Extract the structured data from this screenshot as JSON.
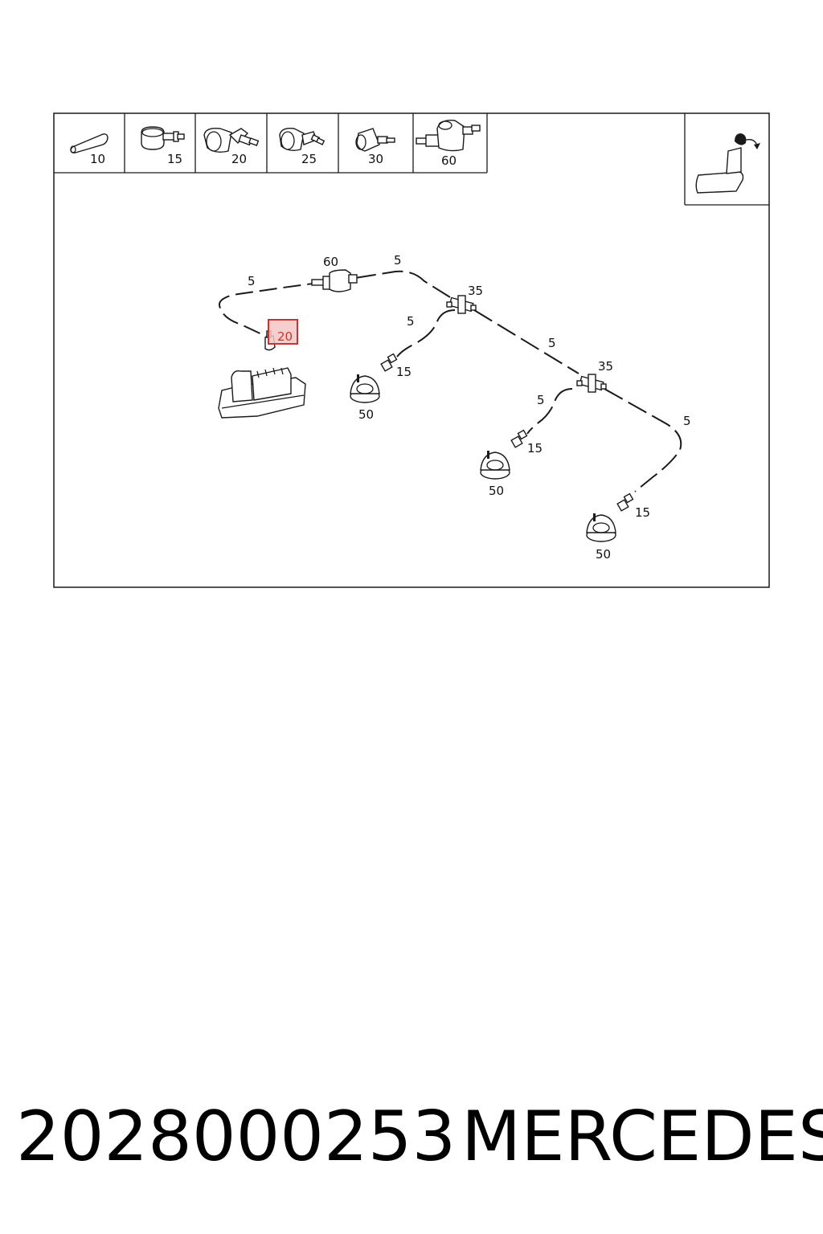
{
  "diagram": {
    "legend": [
      {
        "label": "10"
      },
      {
        "label": "15"
      },
      {
        "label": "20"
      },
      {
        "label": "25"
      },
      {
        "label": "30"
      },
      {
        "label": "60"
      }
    ],
    "callouts": {
      "hose_left": "5",
      "valve_60": "60",
      "hose_top": "5",
      "tee_upper": "35",
      "hose_branch_a": "5",
      "connector_a": "15",
      "element_a": "50",
      "hose_mid": "5",
      "tee_lower": "35",
      "hose_branch_b": "5",
      "connector_b": "15",
      "element_b": "50",
      "hose_right": "5",
      "connector_c": "15",
      "element_c": "50",
      "highlighted_part": "20"
    },
    "highlight_color": "#d32f2f"
  },
  "footer": {
    "part_number": "2028000253",
    "brand": "MERCEDES"
  }
}
